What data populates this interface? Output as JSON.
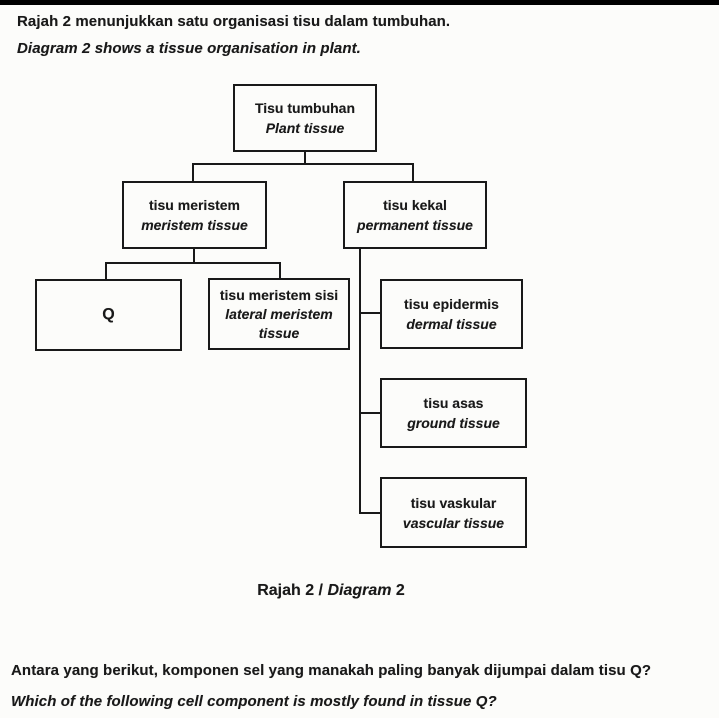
{
  "paper": {
    "intro": {
      "ms": "Rajah 2 menunjukkan satu organisasi tisu dalam tumbuhan.",
      "en": "Diagram 2 shows a tissue organisation in plant."
    },
    "caption": {
      "prefix": "Rajah 2 / ",
      "italic": "Diagram",
      "suffix": " 2"
    },
    "question": {
      "ms": "Antara yang berikut, komponen sel yang manakah paling banyak dijumpai dalam tisu Q?",
      "en": "Which of the following cell component is mostly found in tissue Q?"
    }
  },
  "diagram": {
    "nodes": {
      "plant": {
        "ms": "Tisu tumbuhan",
        "en": "Plant tissue"
      },
      "meristem": {
        "ms": "tisu meristem",
        "en": "meristem tissue"
      },
      "permanent": {
        "ms": "tisu kekal",
        "en": "permanent tissue"
      },
      "q": {
        "label": "Q"
      },
      "lateral": {
        "ms": "tisu meristem sisi",
        "en": "lateral meristem tissue"
      },
      "dermal": {
        "ms": "tisu epidermis",
        "en": "dermal tissue"
      },
      "ground": {
        "ms": "tisu asas",
        "en": "ground tissue"
      },
      "vascular": {
        "ms": "tisu vaskular",
        "en": "vascular tissue"
      }
    }
  },
  "colors": {
    "ink": "#191919",
    "paper": "#fcfcfa",
    "topbar": "#000000"
  }
}
